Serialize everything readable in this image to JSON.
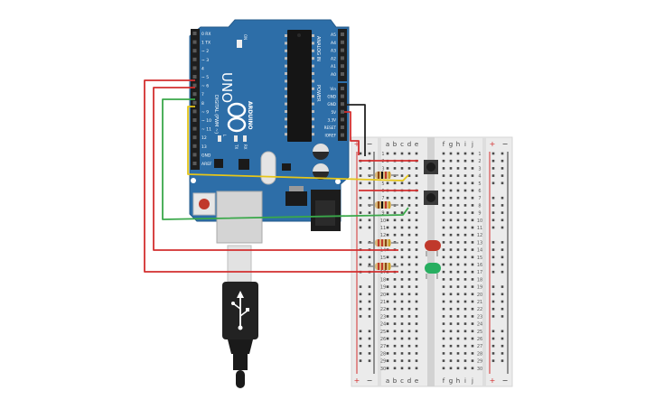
{
  "board": {
    "model": "UNO",
    "brand": "ARDUINO",
    "tx_label": "TX",
    "rx_label": "RX",
    "on_label": "ON",
    "l_label": "L",
    "digital_header_label": "DIGITAL (PWM ~)",
    "analog_header_label": "ANALOG IN",
    "power_header_label": "POWER",
    "digital_pins": [
      "0 RX",
      "1 TX",
      "~ 2",
      "~ 3",
      "4",
      "~ 5",
      "~ 6",
      "7",
      "8",
      "~ 9",
      "~ 10",
      "~ 11",
      "12",
      "13",
      "GND",
      "AREF"
    ],
    "analog_pins": [
      "A5",
      "A4",
      "A3",
      "A2",
      "A1",
      "A0"
    ],
    "power_pins": [
      "Vin",
      "GND",
      "GND",
      "5V",
      "3.3V",
      "RESET",
      "IOREF"
    ]
  },
  "breadboard": {
    "plus_label": "+",
    "minus_label": "−",
    "left_columns": [
      "a",
      "b",
      "c",
      "d",
      "e"
    ],
    "right_columns": [
      "f",
      "g",
      "h",
      "i",
      "j"
    ],
    "row_count": 30
  },
  "components": {
    "led_red_color": "#c0392b",
    "led_green_color": "#27ae60"
  },
  "wire_colors": {
    "red": "#d32f2f",
    "black": "#222222",
    "yellow": "#e6c619",
    "green": "#3aa84a"
  }
}
